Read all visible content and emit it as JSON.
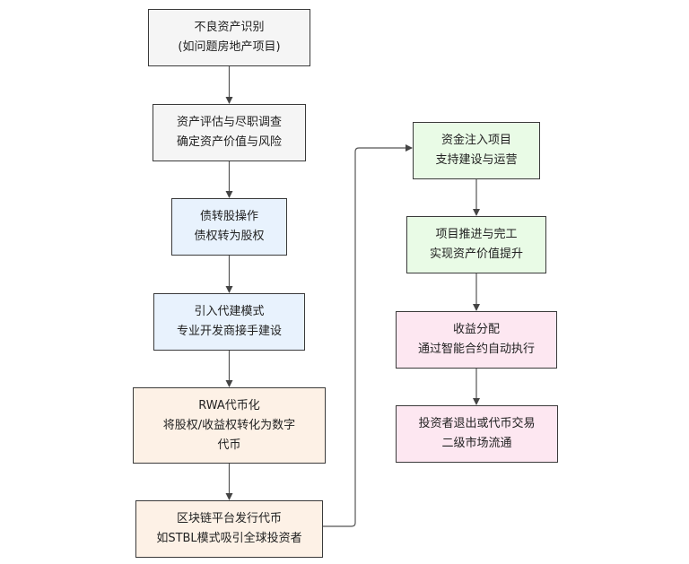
{
  "nodes": [
    {
      "id": "n1",
      "line1": "不良资产识别",
      "line2": "(如问题房地产项目)",
      "line3": "",
      "fill": "#f5f5f5"
    },
    {
      "id": "n2",
      "line1": "资产评估与尽职调查",
      "line2": "确定资产价值与风险",
      "line3": "",
      "fill": "#f5f5f5"
    },
    {
      "id": "n3",
      "line1": "债转股操作",
      "line2": "债权转为股权",
      "line3": "",
      "fill": "#e8f2fd"
    },
    {
      "id": "n4",
      "line1": "引入代建模式",
      "line2": "专业开发商接手建设",
      "line3": "",
      "fill": "#e8f2fd"
    },
    {
      "id": "n5",
      "line1": "RWA代币化",
      "line2": "将股权/收益权转化为数字",
      "line3": "代币",
      "fill": "#fdf1e6"
    },
    {
      "id": "n6",
      "line1": "区块链平台发行代币",
      "line2": "如STBL模式吸引全球投资者",
      "line3": "",
      "fill": "#fdf1e6"
    },
    {
      "id": "n7",
      "line1": "资金注入项目",
      "line2": "支持建设与运营",
      "line3": "",
      "fill": "#e9fbe6"
    },
    {
      "id": "n8",
      "line1": "项目推进与完工",
      "line2": "实现资产价值提升",
      "line3": "",
      "fill": "#e9fbe6"
    },
    {
      "id": "n9",
      "line1": "收益分配",
      "line2": "通过智能合约自动执行",
      "line3": "",
      "fill": "#fde7f1"
    },
    {
      "id": "n10",
      "line1": "投资者退出或代币交易",
      "line2": "二级市场流通",
      "line3": "",
      "fill": "#fde7f1"
    }
  ],
  "edges": [
    {
      "from": "n1",
      "to": "n2"
    },
    {
      "from": "n2",
      "to": "n3"
    },
    {
      "from": "n3",
      "to": "n4"
    },
    {
      "from": "n4",
      "to": "n5"
    },
    {
      "from": "n5",
      "to": "n6"
    },
    {
      "from": "n6",
      "to": "n7"
    },
    {
      "from": "n7",
      "to": "n8"
    },
    {
      "from": "n8",
      "to": "n9"
    },
    {
      "from": "n9",
      "to": "n10"
    }
  ],
  "colors": {
    "stroke": "#3a3a3a",
    "edge": "#555555",
    "bg": "#ffffff"
  }
}
